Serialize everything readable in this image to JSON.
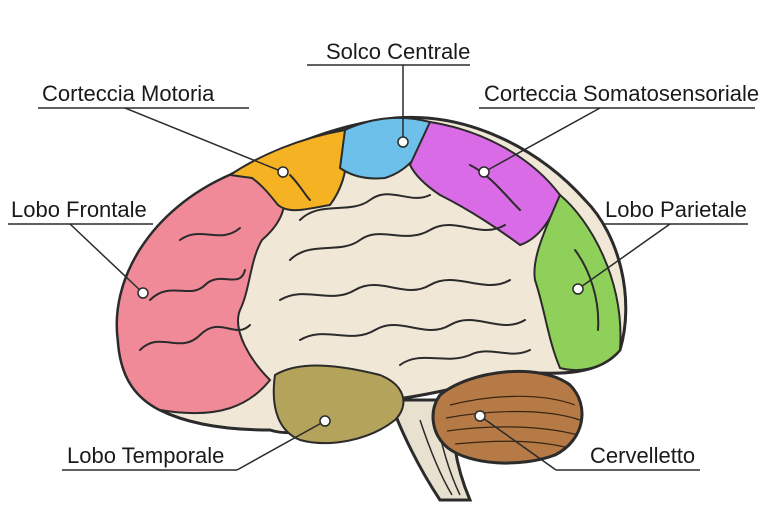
{
  "labels": {
    "solco_centrale": "Solco Centrale",
    "corteccia_motoria": "Corteccia Motoria",
    "corteccia_somatosensoriale": "Corteccia Somatosensoriale",
    "lobo_frontale": "Lobo Frontale",
    "lobo_parietale": "Lobo Parietale",
    "lobo_temporale": "Lobo Temporale",
    "cervelletto": "Cervelletto"
  },
  "colors": {
    "frontal": "#f08a98",
    "motor": "#f5b324",
    "central": "#6cc0ea",
    "somatosensory": "#d96ce6",
    "parietal": "#8fd05a",
    "temporal": "#b4a35a",
    "cerebellum": "#b57a45",
    "cortex": "#f1e7d6",
    "outline": "#2b2b2b"
  }
}
